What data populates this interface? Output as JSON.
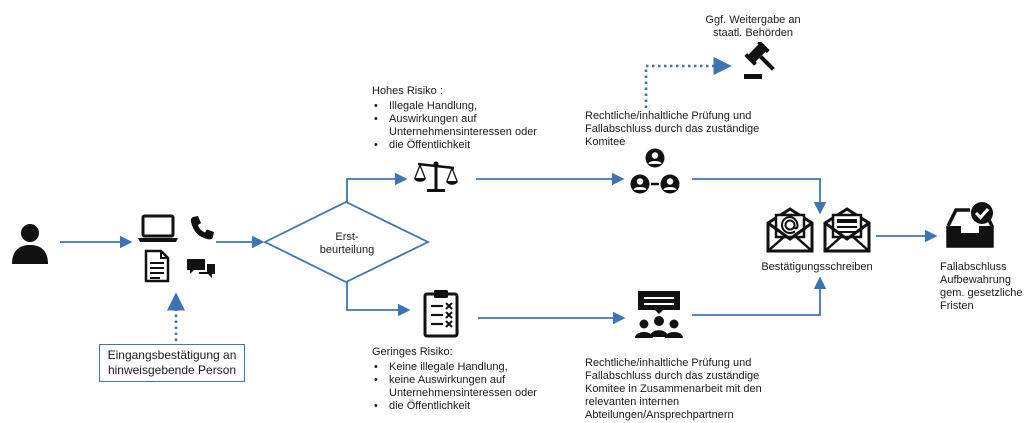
{
  "diagram": {
    "high_risk": {
      "title": "Hohes Risiko :",
      "items": [
        "Illegale Handlung,",
        "Auswirkungen auf Unternehmensinteressen oder",
        "die Öffentlichkeit"
      ]
    },
    "low_risk": {
      "title": "Geringes Risiko:",
      "items": [
        "Keine illegale Handlung,",
        "keine Auswirkungen auf Unternehmensinteressen oder",
        "die Öffentlichkeit"
      ]
    },
    "decision": {
      "line1": "Erst-",
      "line2": "beurteilung"
    },
    "authorities": {
      "line1": "Ggf. Weitergabe an",
      "line2": "staatl. Behörden"
    },
    "review_high": "Rechtliche/inhaltliche Prüfung und Fallabschluss durch das zuständige Komitee",
    "review_low": "Rechtliche/inhaltliche Prüfung und Fallabschluss durch das zuständige Komitee in Zusammenarbeit mit den relevanten internen Abteilungen/Ansprechpartnern",
    "confirmation": "Bestätigungsschreiben",
    "closure": "Fallabschluss Aufbewahrung gem. gesetzliche Fristen",
    "receipt": "Eingangsbestätigung an hinweisgebende Person"
  },
  "colors": {
    "arrow": "#3e74b5",
    "icon": "#111111"
  },
  "icons": [
    "person-icon",
    "laptop-icon",
    "phone-icon",
    "document-icon",
    "chat-icon",
    "scales-icon",
    "gavel-icon",
    "committee-icon",
    "clipboard-icon",
    "meeting-icon",
    "mail-at-icon",
    "mail-letter-icon",
    "inbox-check-icon"
  ]
}
